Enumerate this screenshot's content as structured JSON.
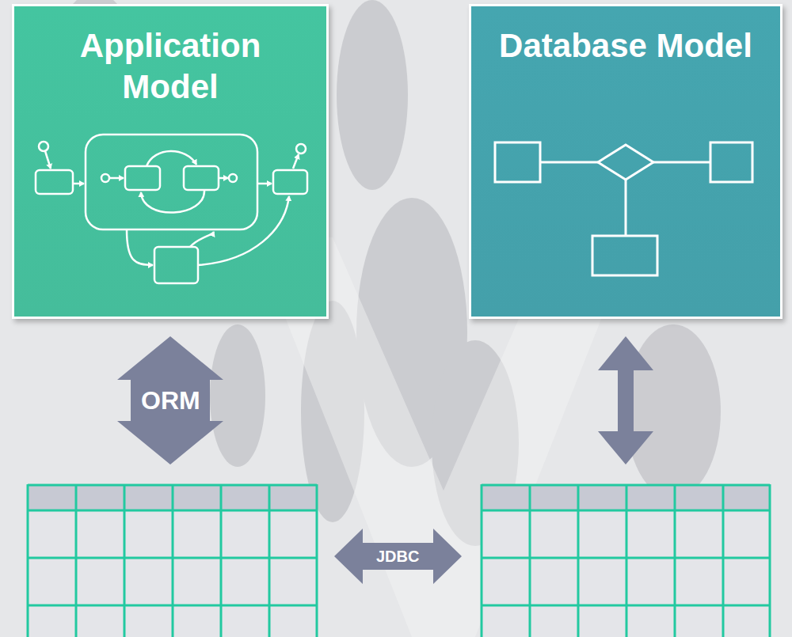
{
  "diagram": {
    "nodes": [
      {
        "text": [
          "Application Model"
        ]
      },
      {
        "text": [
          "Database Model"
        ]
      }
    ],
    "labels": [
      "ORM",
      "JDBC"
    ]
  }
}
